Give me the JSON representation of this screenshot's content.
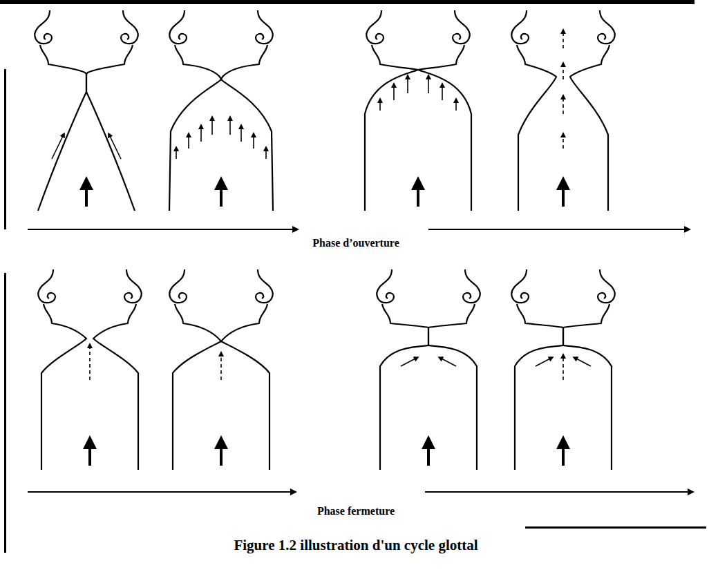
{
  "diagram": {
    "caption": "Figure 1.2 illustration d'un cycle glottal",
    "labels": [
      "Phase d’ouverture",
      "Phase fermeture"
    ]
  }
}
